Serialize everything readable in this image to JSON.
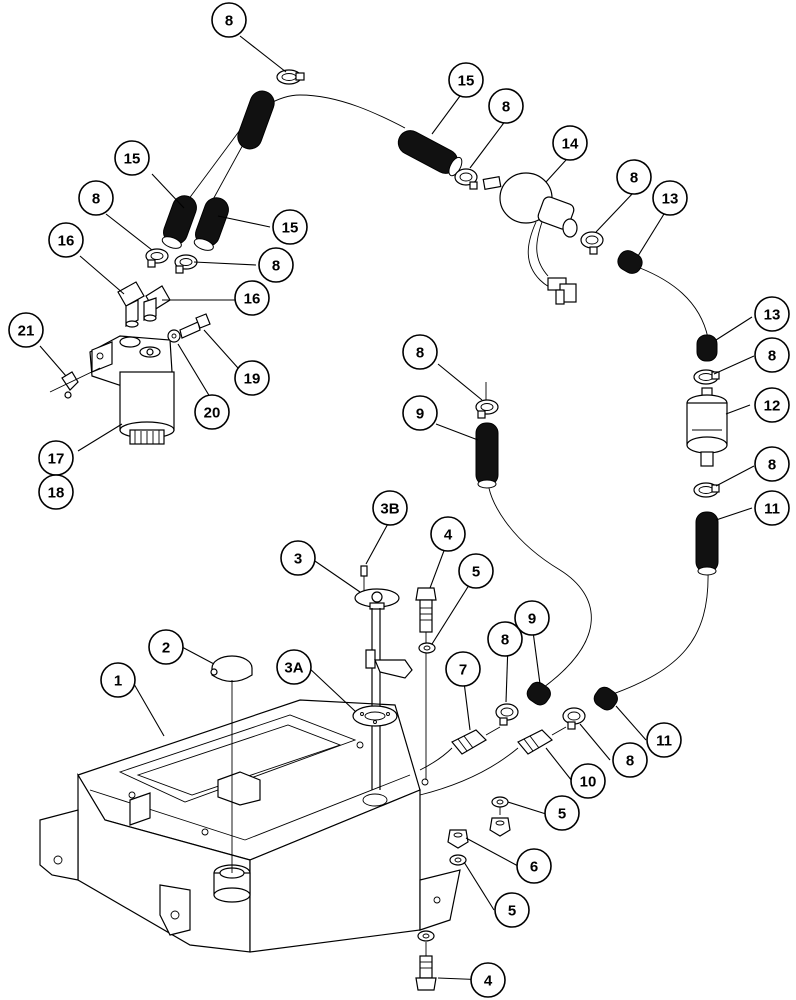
{
  "diagram": {
    "colors": {
      "ink": "#000000",
      "paper": "#ffffff",
      "hose": "#111111"
    },
    "callouts": [
      {
        "id": "c8a",
        "label": "8"
      },
      {
        "id": "c15a",
        "label": "15"
      },
      {
        "id": "c8b",
        "label": "8"
      },
      {
        "id": "c14",
        "label": "14"
      },
      {
        "id": "c15b",
        "label": "15"
      },
      {
        "id": "c8c",
        "label": "8"
      },
      {
        "id": "c13a",
        "label": "13"
      },
      {
        "id": "c8d",
        "label": "8"
      },
      {
        "id": "c15c",
        "label": "15"
      },
      {
        "id": "c16a",
        "label": "16"
      },
      {
        "id": "c8e",
        "label": "8"
      },
      {
        "id": "c16b",
        "label": "16"
      },
      {
        "id": "c21",
        "label": "21"
      },
      {
        "id": "c19",
        "label": "19"
      },
      {
        "id": "c20",
        "label": "20"
      },
      {
        "id": "c17",
        "label": "17"
      },
      {
        "id": "c18",
        "label": "18"
      },
      {
        "id": "c8f",
        "label": "8"
      },
      {
        "id": "c9a",
        "label": "9"
      },
      {
        "id": "c13b",
        "label": "13"
      },
      {
        "id": "c8g",
        "label": "8"
      },
      {
        "id": "c12",
        "label": "12"
      },
      {
        "id": "c8h",
        "label": "8"
      },
      {
        "id": "c11a",
        "label": "11"
      },
      {
        "id": "c3b",
        "label": "3B"
      },
      {
        "id": "c4a",
        "label": "4"
      },
      {
        "id": "c3",
        "label": "3"
      },
      {
        "id": "c5a",
        "label": "5"
      },
      {
        "id": "c2",
        "label": "2"
      },
      {
        "id": "c3a",
        "label": "3A"
      },
      {
        "id": "c1",
        "label": "1"
      },
      {
        "id": "c7",
        "label": "7"
      },
      {
        "id": "c8i",
        "label": "8"
      },
      {
        "id": "c9b",
        "label": "9"
      },
      {
        "id": "c11b",
        "label": "11"
      },
      {
        "id": "c10",
        "label": "10"
      },
      {
        "id": "c8j",
        "label": "8"
      },
      {
        "id": "c5b",
        "label": "5"
      },
      {
        "id": "c6",
        "label": "6"
      },
      {
        "id": "c5c",
        "label": "5"
      },
      {
        "id": "c4b",
        "label": "4"
      }
    ]
  }
}
